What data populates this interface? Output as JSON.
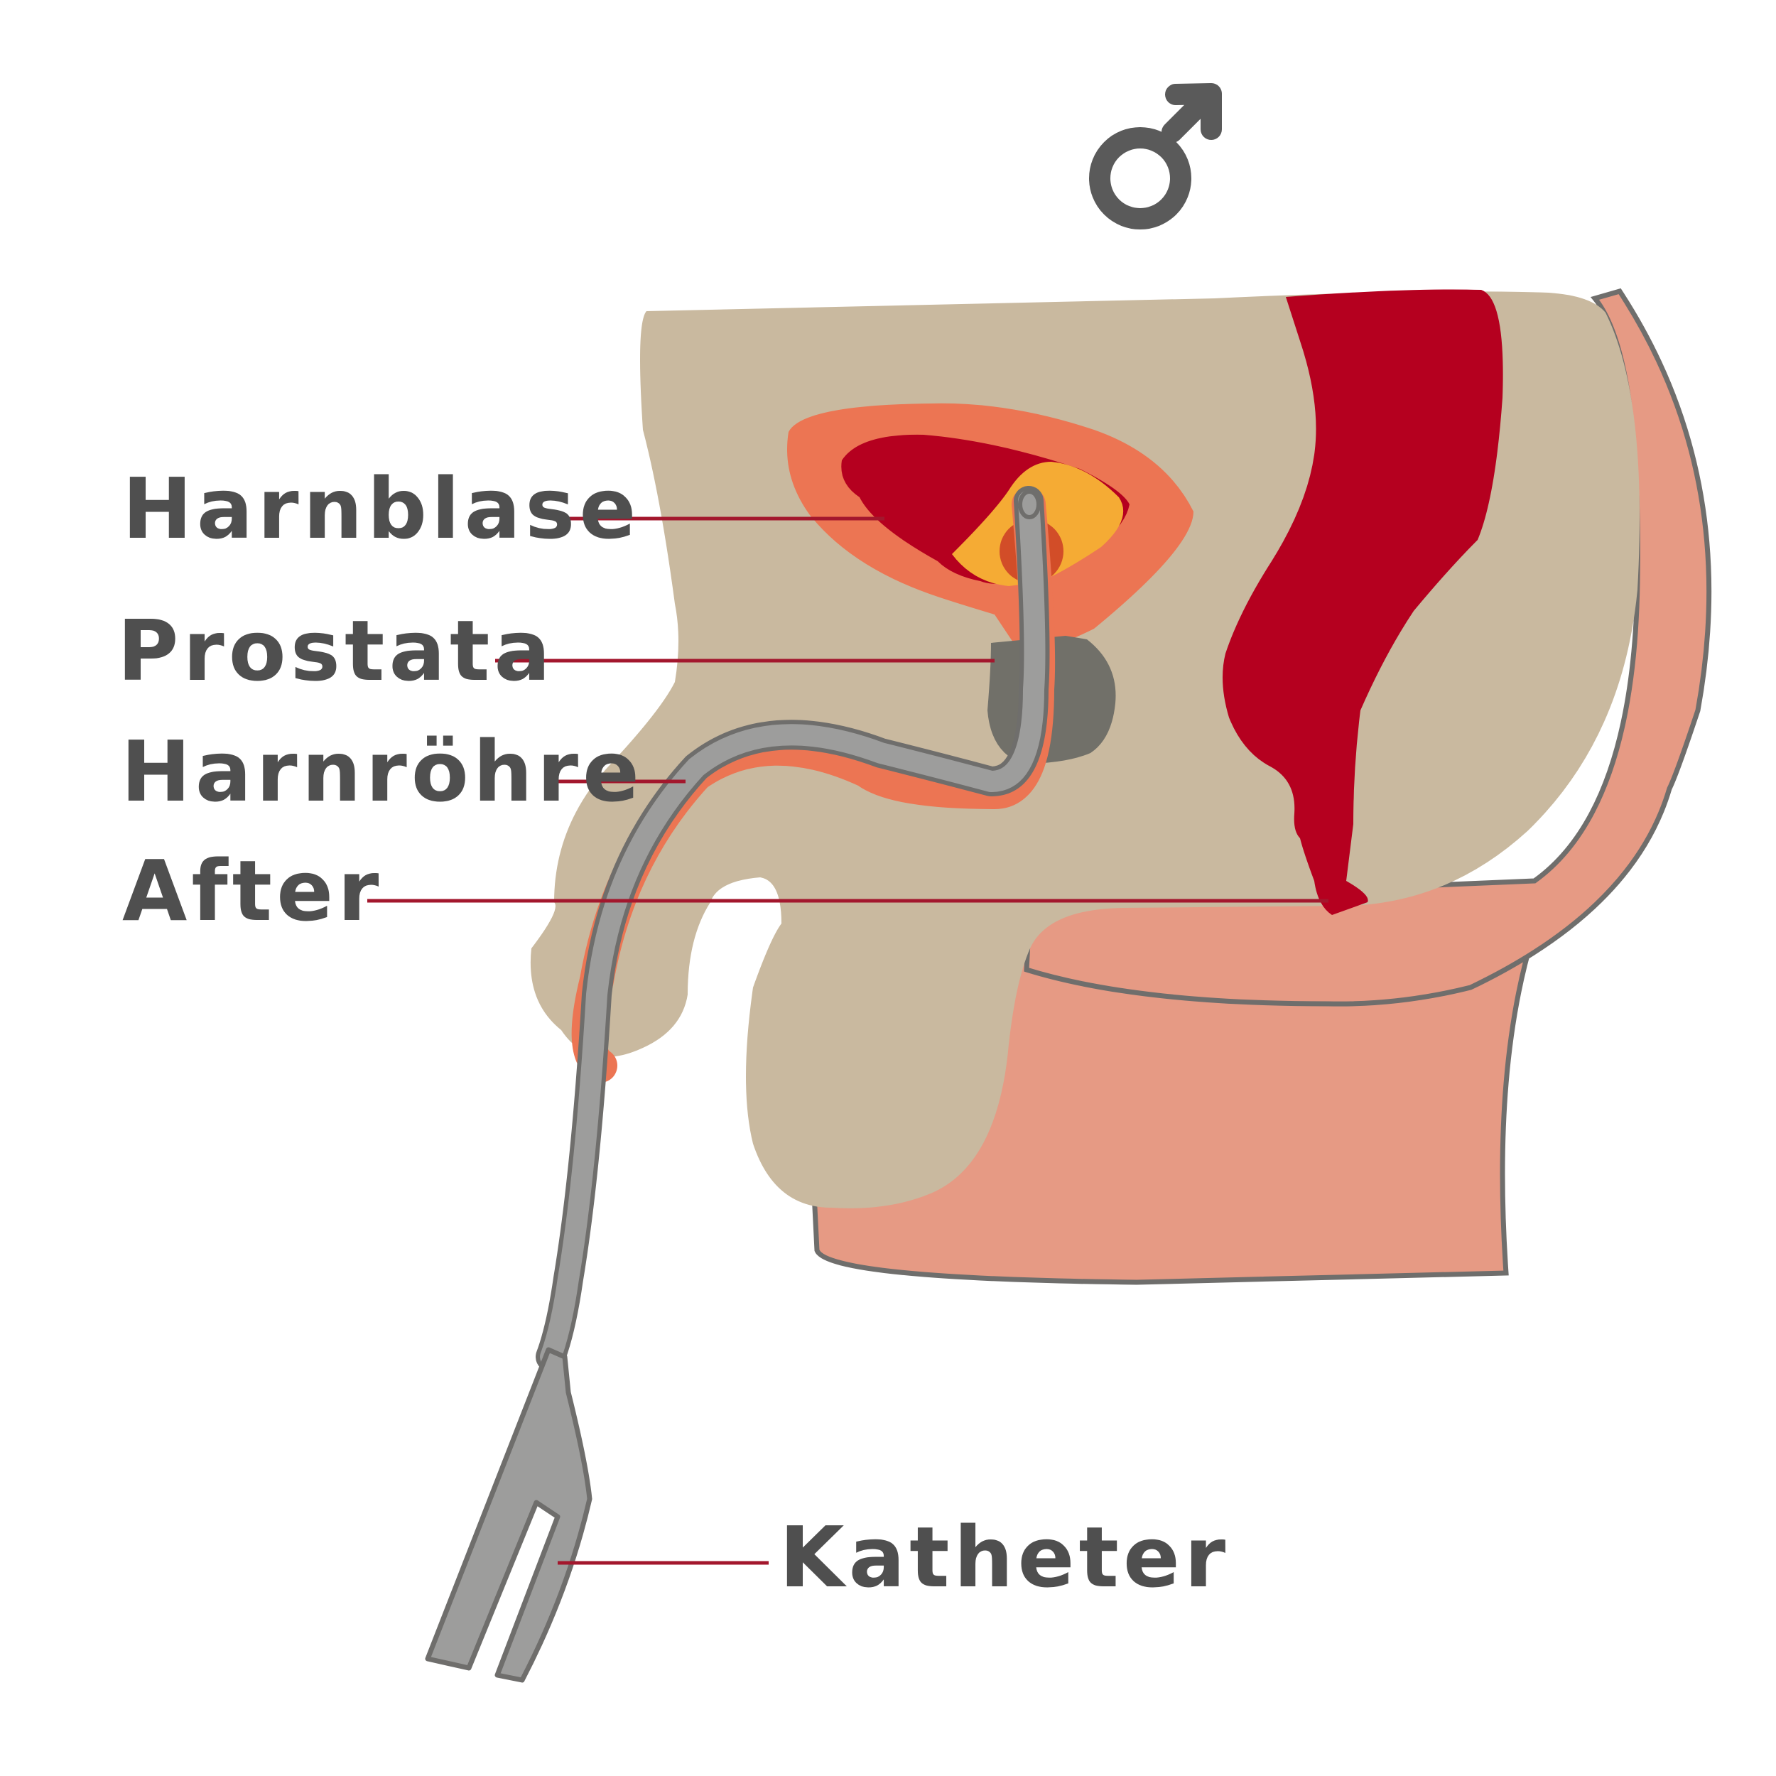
{
  "symbol": {
    "name": "male-symbol",
    "color": "#5a5a5a"
  },
  "labels": {
    "bladder": "Harnblase",
    "prostate": "Prostata",
    "urethra": "Harnröhre",
    "anus": "After",
    "catheter": "Katheter"
  },
  "colors": {
    "tissue": "#c9b99f",
    "skin": "#e69a84",
    "bladder_wall": "#ec7553",
    "bladder_interior": "#b5001f",
    "prostate_zone": "#f5ab34",
    "rectum": "#b5001f",
    "gland": "#717069",
    "catheter": "#9d9d9c",
    "outline": "#6f6e6c",
    "leader_line": "#a3172d",
    "label_text": "#4f4f4f"
  }
}
